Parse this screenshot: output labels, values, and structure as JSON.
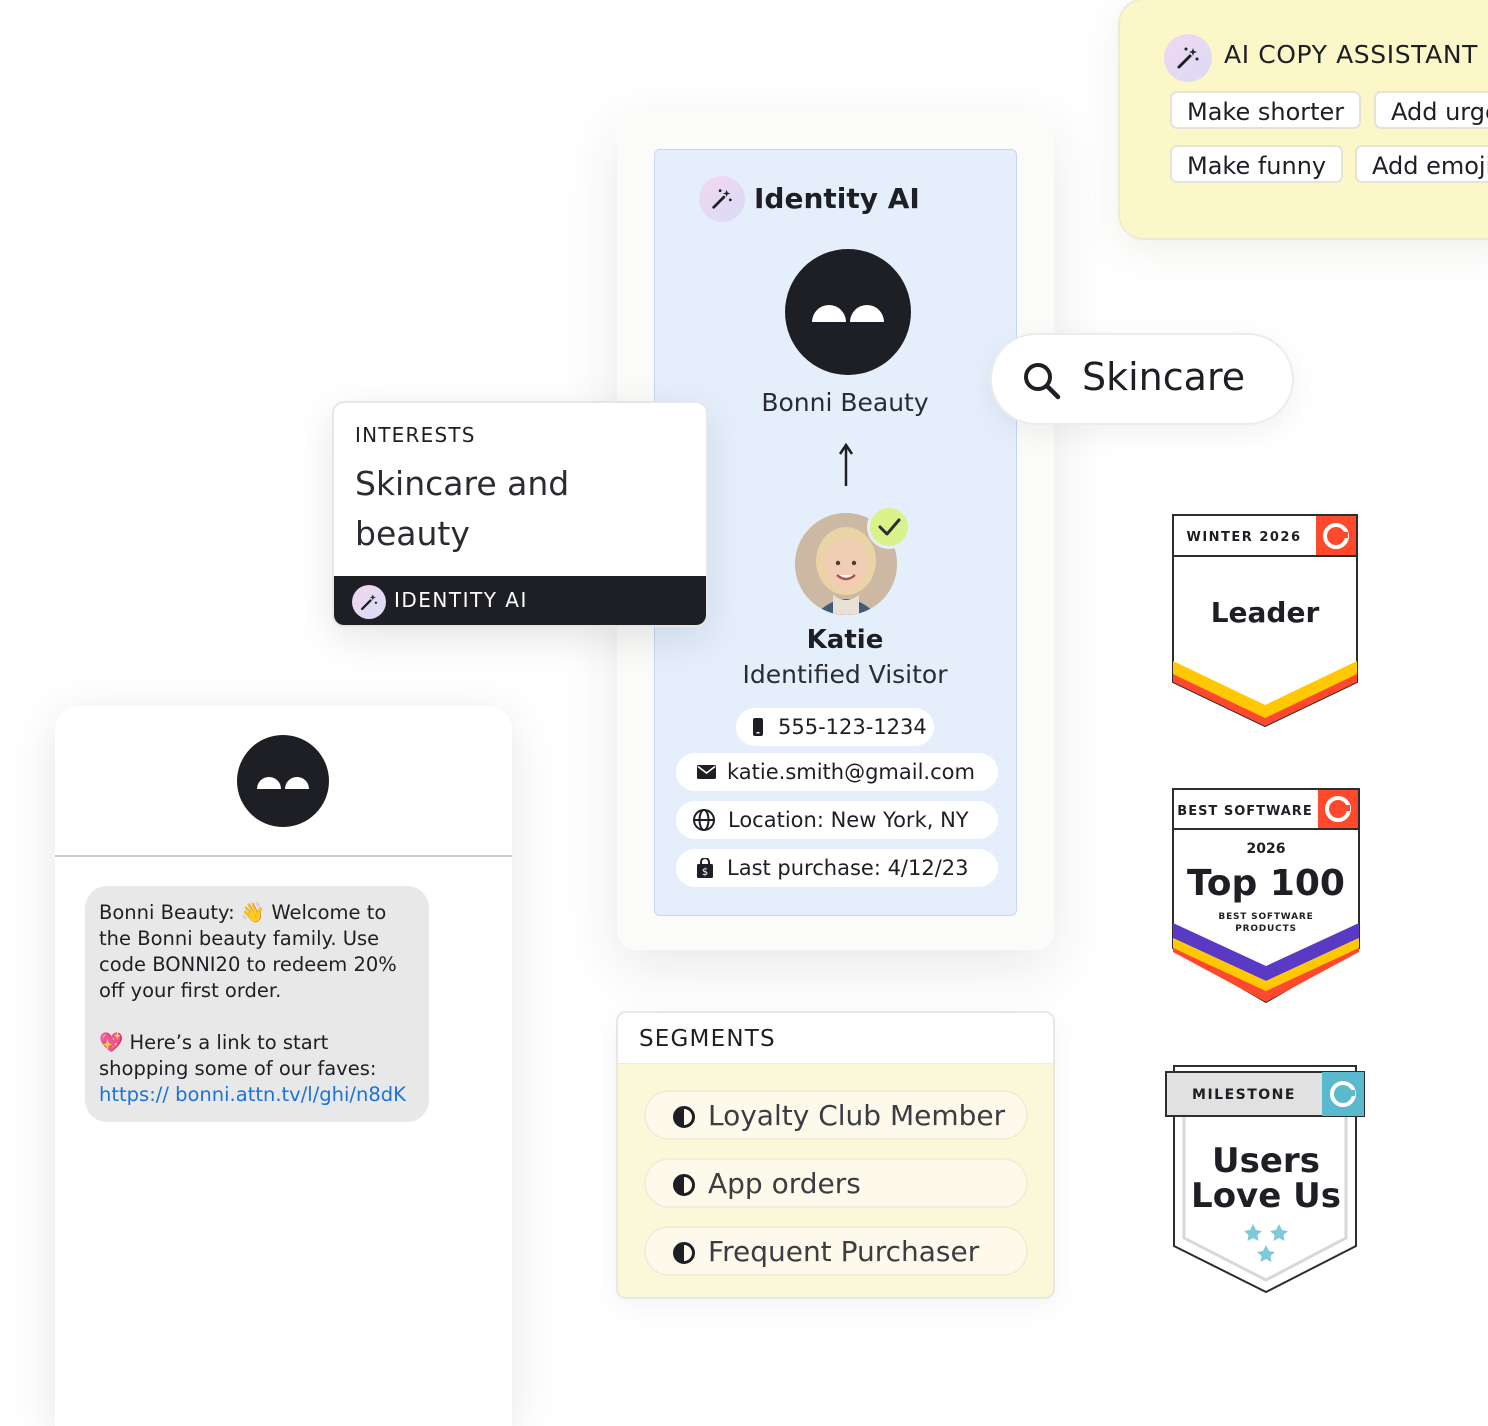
{
  "ai_assistant": {
    "title": "AI COPY ASSISTANT",
    "chips": [
      "Make shorter",
      "Add urgency",
      "Make funny",
      "Add emoji"
    ]
  },
  "identity_panel": {
    "header": "Identity AI",
    "brand_name": "Bonni Beauty",
    "visitor_name": "Katie",
    "visitor_status": "Identified Visitor",
    "contact": {
      "phone": "555-123-1234",
      "email": "katie.smith@gmail.com",
      "location": "Location: New York, NY",
      "last_purchase": "Last purchase: 4/12/23"
    }
  },
  "search": {
    "query": "Skincare"
  },
  "interests": {
    "label": "INTERESTS",
    "value_line1": "Skincare and",
    "value_line2": "beauty",
    "footer": "IDENTITY AI"
  },
  "sms": {
    "message_part1": "Bonni Beauty: 👋 Welcome to the Bonni beauty family. Use code BONNI20 to redeem 20% off your first order.",
    "message_part2": "💖 Here’s a link to start shopping some of our faves: ",
    "link": "https:// bonni.attn.tv/l/ghi/n8dK"
  },
  "segments": {
    "title": "SEGMENTS",
    "items": [
      "Loyalty Club Member",
      "App orders",
      "Frequent Purchaser"
    ]
  },
  "badges": [
    {
      "season": "WINTER 2026",
      "title": "Leader"
    },
    {
      "category": "BEST SOFTWARE",
      "year": "2026",
      "title": "Top 100",
      "subtitle_line1": "BEST SOFTWARE",
      "subtitle_line2": "PRODUCTS"
    },
    {
      "category": "MILESTONE",
      "title_line1": "Users",
      "title_line2": "Love Us"
    }
  ],
  "colors": {
    "dark": "#1d1f24",
    "profile_blue": "#e5effc",
    "ai_yellow": "#fcf7c8",
    "segments_yellow": "#fbf8d9",
    "link_blue": "#1a73d9",
    "g2_red": "#ff492c",
    "check_green": "#d9f28a"
  },
  "icons": [
    "magic-wand-icon",
    "search-icon",
    "phone-icon",
    "mail-icon",
    "globe-icon",
    "shopping-bag-icon",
    "checkmark-icon",
    "half-circle-icon",
    "g2-logo-icon",
    "star-icon"
  ]
}
